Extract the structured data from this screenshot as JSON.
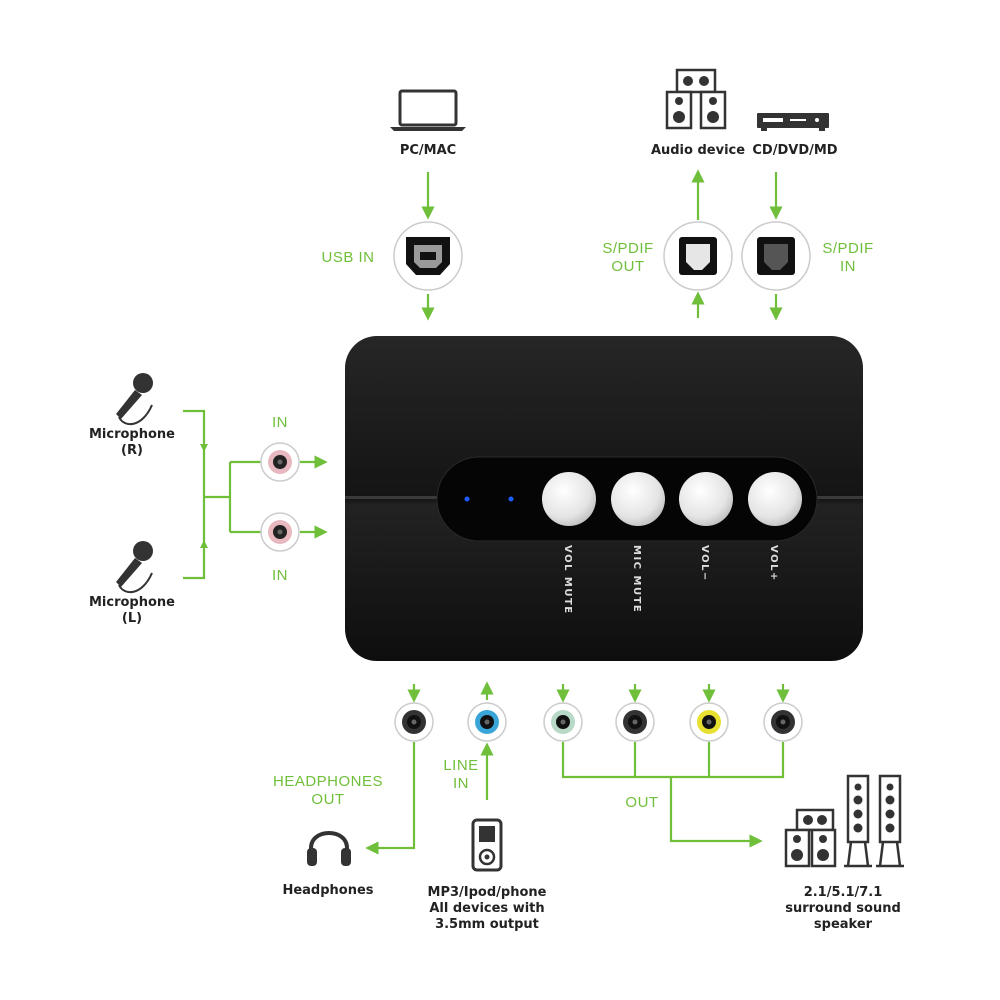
{
  "devices": {
    "pc": "PC/MAC",
    "audio_device": "Audio device",
    "cd_dvd": "CD/DVD/MD",
    "mic_r": [
      "Microphone",
      "(R)"
    ],
    "mic_l": [
      "Microphone",
      "(L)"
    ],
    "headphones": "Headphones",
    "mp3": [
      "MP3/Ipod/phone",
      "All devices with",
      "3.5mm output"
    ],
    "speakers": [
      "2.1/5.1/7.1",
      "surround sound",
      "speaker"
    ]
  },
  "ports": {
    "usb_in": "USB IN",
    "spdif_out": [
      "S/PDIF",
      "OUT"
    ],
    "spdif_in": [
      "S/PDIF",
      "IN"
    ],
    "mic_in_top": "IN",
    "mic_in_bottom": "IN",
    "headphones_out": [
      "HEADPHONES",
      "OUT"
    ],
    "line_in": [
      "LINE",
      "IN"
    ],
    "out": "OUT"
  },
  "buttons": [
    "VOL MUTE",
    "MIC MUTE",
    "VOL−",
    "VOL+"
  ],
  "colors": {
    "arrow": "#6fbf3a",
    "body": "#1a1a1a",
    "led": "#1e5cff",
    "jack_pink": "#e8b8c0",
    "jack_blue": "#3aa6d8",
    "jack_green": "#b8d8c8",
    "jack_yellow": "#e8e030",
    "jack_black": "#333333"
  }
}
